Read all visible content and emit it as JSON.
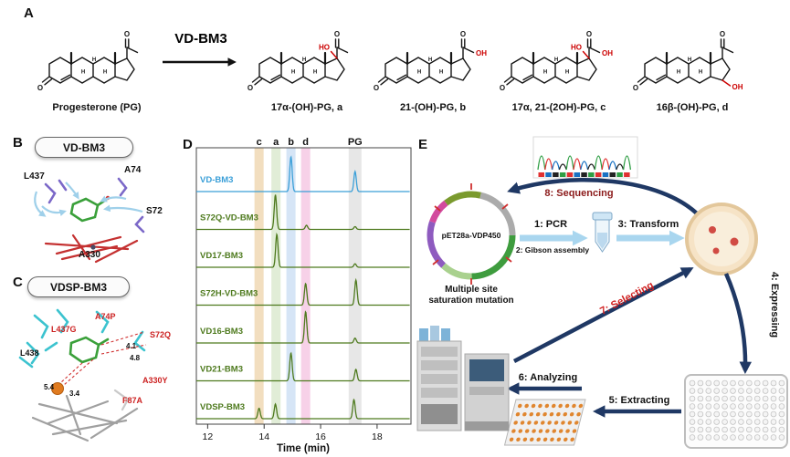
{
  "figure": {
    "panel_labels": {
      "a": "A",
      "b": "B",
      "c": "C",
      "d": "D",
      "e": "E"
    }
  },
  "panel_a": {
    "arrow_label": "VD-BM3",
    "atom_labels": {
      "o": "O",
      "ho": "HO",
      "oh": "OH",
      "h": "H"
    },
    "structures": [
      {
        "name": "Progesterone (PG)",
        "features": []
      },
      {
        "name": "17α-(OH)-PG, a",
        "features": [
          "ho17"
        ]
      },
      {
        "name": "21-(OH)-PG, b",
        "features": [
          "oh21"
        ]
      },
      {
        "name": "17α, 21-(2OH)-PG, c",
        "features": [
          "ho17",
          "oh21"
        ]
      },
      {
        "name": "16β-(OH)-PG, d",
        "features": [
          "oh16"
        ]
      }
    ]
  },
  "panel_b": {
    "title": "VD-BM3",
    "residues": {
      "r1": "L437",
      "r2": "A74",
      "r3": "S72",
      "r4": "A330"
    }
  },
  "panel_c": {
    "title": "VDSP-BM3",
    "residues": {
      "r1": "A74P",
      "r2": "L437G",
      "r3": "S72Q",
      "r4": "L438",
      "r5": "A330Y",
      "r6": "F87A"
    },
    "distances": {
      "d1": "4.1",
      "d2": "4.8",
      "d3": "5.4",
      "d4": "3.4"
    }
  },
  "chart_data": {
    "type": "line",
    "title": "",
    "xlabel": "Time (min)",
    "ylabel": "",
    "xlim": [
      11.6,
      19.2
    ],
    "xticks": [
      12,
      14,
      16,
      18
    ],
    "grid": false,
    "legend_position": "left-inline",
    "bands": [
      {
        "label": "c",
        "x": 13.82,
        "color": "#f0d8b4",
        "width": 10
      },
      {
        "label": "a",
        "x": 14.42,
        "color": "#dcead0",
        "width": 10
      },
      {
        "label": "b",
        "x": 14.95,
        "color": "#cfe0f4",
        "width": 10
      },
      {
        "label": "d",
        "x": 15.47,
        "color": "#f6c9e4",
        "width": 10
      },
      {
        "label": "PG",
        "x": 17.22,
        "color": "#e3e3e3",
        "width": 14
      }
    ],
    "traces": [
      {
        "name": "VD-BM3",
        "color": "#3a9fd8",
        "peaks": [
          {
            "x": 14.95,
            "h": 1.0
          },
          {
            "x": 17.22,
            "h": 0.58
          }
        ]
      },
      {
        "name": "S72Q-VD-BM3",
        "color": "#4e7a1e",
        "peaks": [
          {
            "x": 14.4,
            "h": 1.0
          },
          {
            "x": 15.5,
            "h": 0.12
          },
          {
            "x": 17.22,
            "h": 0.08
          }
        ]
      },
      {
        "name": "VD17-BM3",
        "color": "#4e7a1e",
        "peaks": [
          {
            "x": 14.45,
            "h": 0.95
          },
          {
            "x": 17.22,
            "h": 0.1
          }
        ]
      },
      {
        "name": "S72H-VD-BM3",
        "color": "#4e7a1e",
        "peaks": [
          {
            "x": 15.47,
            "h": 0.62
          },
          {
            "x": 17.25,
            "h": 0.72
          }
        ]
      },
      {
        "name": "VD16-BM3",
        "color": "#4e7a1e",
        "peaks": [
          {
            "x": 15.47,
            "h": 0.9
          },
          {
            "x": 17.22,
            "h": 0.14
          }
        ]
      },
      {
        "name": "VD21-BM3",
        "color": "#4e7a1e",
        "peaks": [
          {
            "x": 14.95,
            "h": 0.8
          },
          {
            "x": 17.25,
            "h": 0.33
          }
        ]
      },
      {
        "name": "VDSP-BM3",
        "color": "#4e7a1e",
        "peaks": [
          {
            "x": 13.82,
            "h": 0.3
          },
          {
            "x": 14.4,
            "h": 0.42
          },
          {
            "x": 17.18,
            "h": 0.55
          }
        ]
      }
    ]
  },
  "panel_e": {
    "plasmid_label": "pET28a-VDP450",
    "mutation_caption_line1": "Multiple site",
    "mutation_caption_line2": "saturation mutation",
    "step1": "1: PCR",
    "step2": "2: Gibson assembly",
    "step3": "3: Transform",
    "step4": "4: Expressing",
    "step5": "5: Extracting",
    "step6": "6: Analyzing",
    "step7": "7: Selecting",
    "step8": "8: Sequencing"
  }
}
